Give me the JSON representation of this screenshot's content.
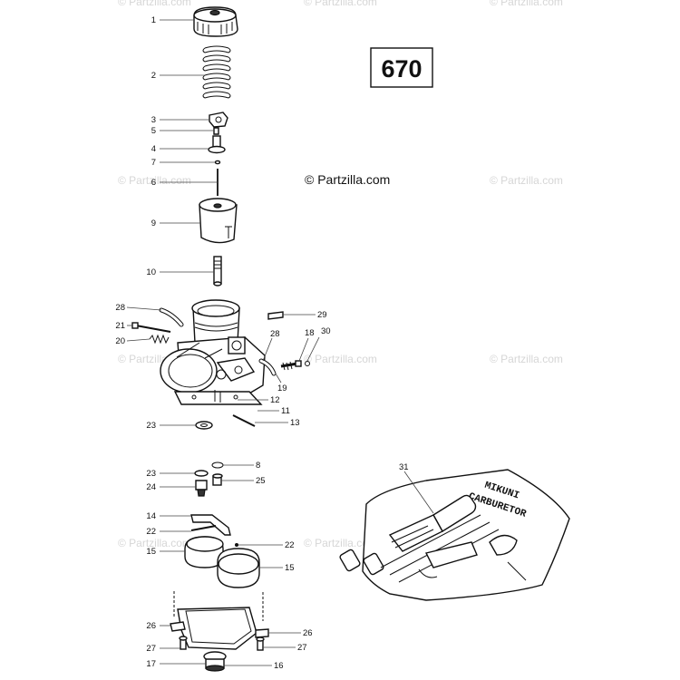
{
  "diagram_number": "670",
  "copyright": "© Partzilla.com",
  "watermark": "© Partzilla.com",
  "pouch_text": [
    "MIKUNI",
    "CARBURETOR"
  ],
  "callouts": [
    {
      "id": "c1",
      "label": "1",
      "side": "left"
    },
    {
      "id": "c2",
      "label": "2",
      "side": "left"
    },
    {
      "id": "c3",
      "label": "3",
      "side": "left"
    },
    {
      "id": "c5",
      "label": "5",
      "side": "left"
    },
    {
      "id": "c4",
      "label": "4",
      "side": "left"
    },
    {
      "id": "c7",
      "label": "7",
      "side": "left"
    },
    {
      "id": "c6",
      "label": "6",
      "side": "left"
    },
    {
      "id": "c9",
      "label": "9",
      "side": "left"
    },
    {
      "id": "c10",
      "label": "10",
      "side": "left"
    },
    {
      "id": "c28a",
      "label": "28",
      "side": "left"
    },
    {
      "id": "c21",
      "label": "21",
      "side": "left"
    },
    {
      "id": "c20",
      "label": "20",
      "side": "left"
    },
    {
      "id": "c29",
      "label": "29",
      "side": "right"
    },
    {
      "id": "c28b",
      "label": "28",
      "side": "right"
    },
    {
      "id": "c18",
      "label": "18",
      "side": "right"
    },
    {
      "id": "c30",
      "label": "30",
      "side": "right"
    },
    {
      "id": "c19",
      "label": "19",
      "side": "right"
    },
    {
      "id": "c12",
      "label": "12",
      "side": "right"
    },
    {
      "id": "c11",
      "label": "11",
      "side": "right"
    },
    {
      "id": "c13",
      "label": "13",
      "side": "right"
    },
    {
      "id": "c23a",
      "label": "23",
      "side": "left"
    },
    {
      "id": "c8",
      "label": "8",
      "side": "right"
    },
    {
      "id": "c23b",
      "label": "23",
      "side": "left"
    },
    {
      "id": "c25",
      "label": "25",
      "side": "right"
    },
    {
      "id": "c24",
      "label": "24",
      "side": "left"
    },
    {
      "id": "c14",
      "label": "14",
      "side": "left"
    },
    {
      "id": "c22a",
      "label": "22",
      "side": "left"
    },
    {
      "id": "c15a",
      "label": "15",
      "side": "left"
    },
    {
      "id": "c22b",
      "label": "22",
      "side": "right"
    },
    {
      "id": "c15b",
      "label": "15",
      "side": "right"
    },
    {
      "id": "c26a",
      "label": "26",
      "side": "left"
    },
    {
      "id": "c26b",
      "label": "26",
      "side": "right"
    },
    {
      "id": "c27a",
      "label": "27",
      "side": "left"
    },
    {
      "id": "c27b",
      "label": "27",
      "side": "right"
    },
    {
      "id": "c17",
      "label": "17",
      "side": "left"
    },
    {
      "id": "c16",
      "label": "16",
      "side": "right"
    },
    {
      "id": "c31",
      "label": "31",
      "side": "top"
    }
  ]
}
